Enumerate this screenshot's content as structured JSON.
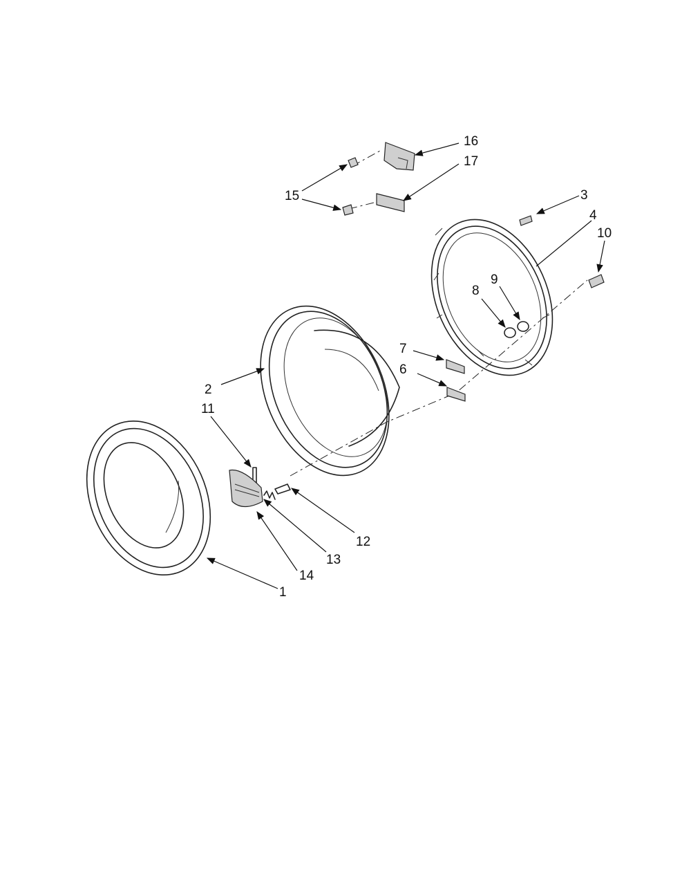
{
  "callouts": {
    "n1": "1",
    "n2": "2",
    "n3": "3",
    "n4": "4",
    "n6": "6",
    "n7": "7",
    "n8": "8",
    "n9": "9",
    "n10": "10",
    "n11": "11",
    "n12": "12",
    "n13": "13",
    "n14": "14",
    "n15": "15",
    "n16": "16",
    "n17": "17"
  },
  "colors": {
    "line": "#222222",
    "background": "#ffffff",
    "shade": "#cfcfcf"
  }
}
